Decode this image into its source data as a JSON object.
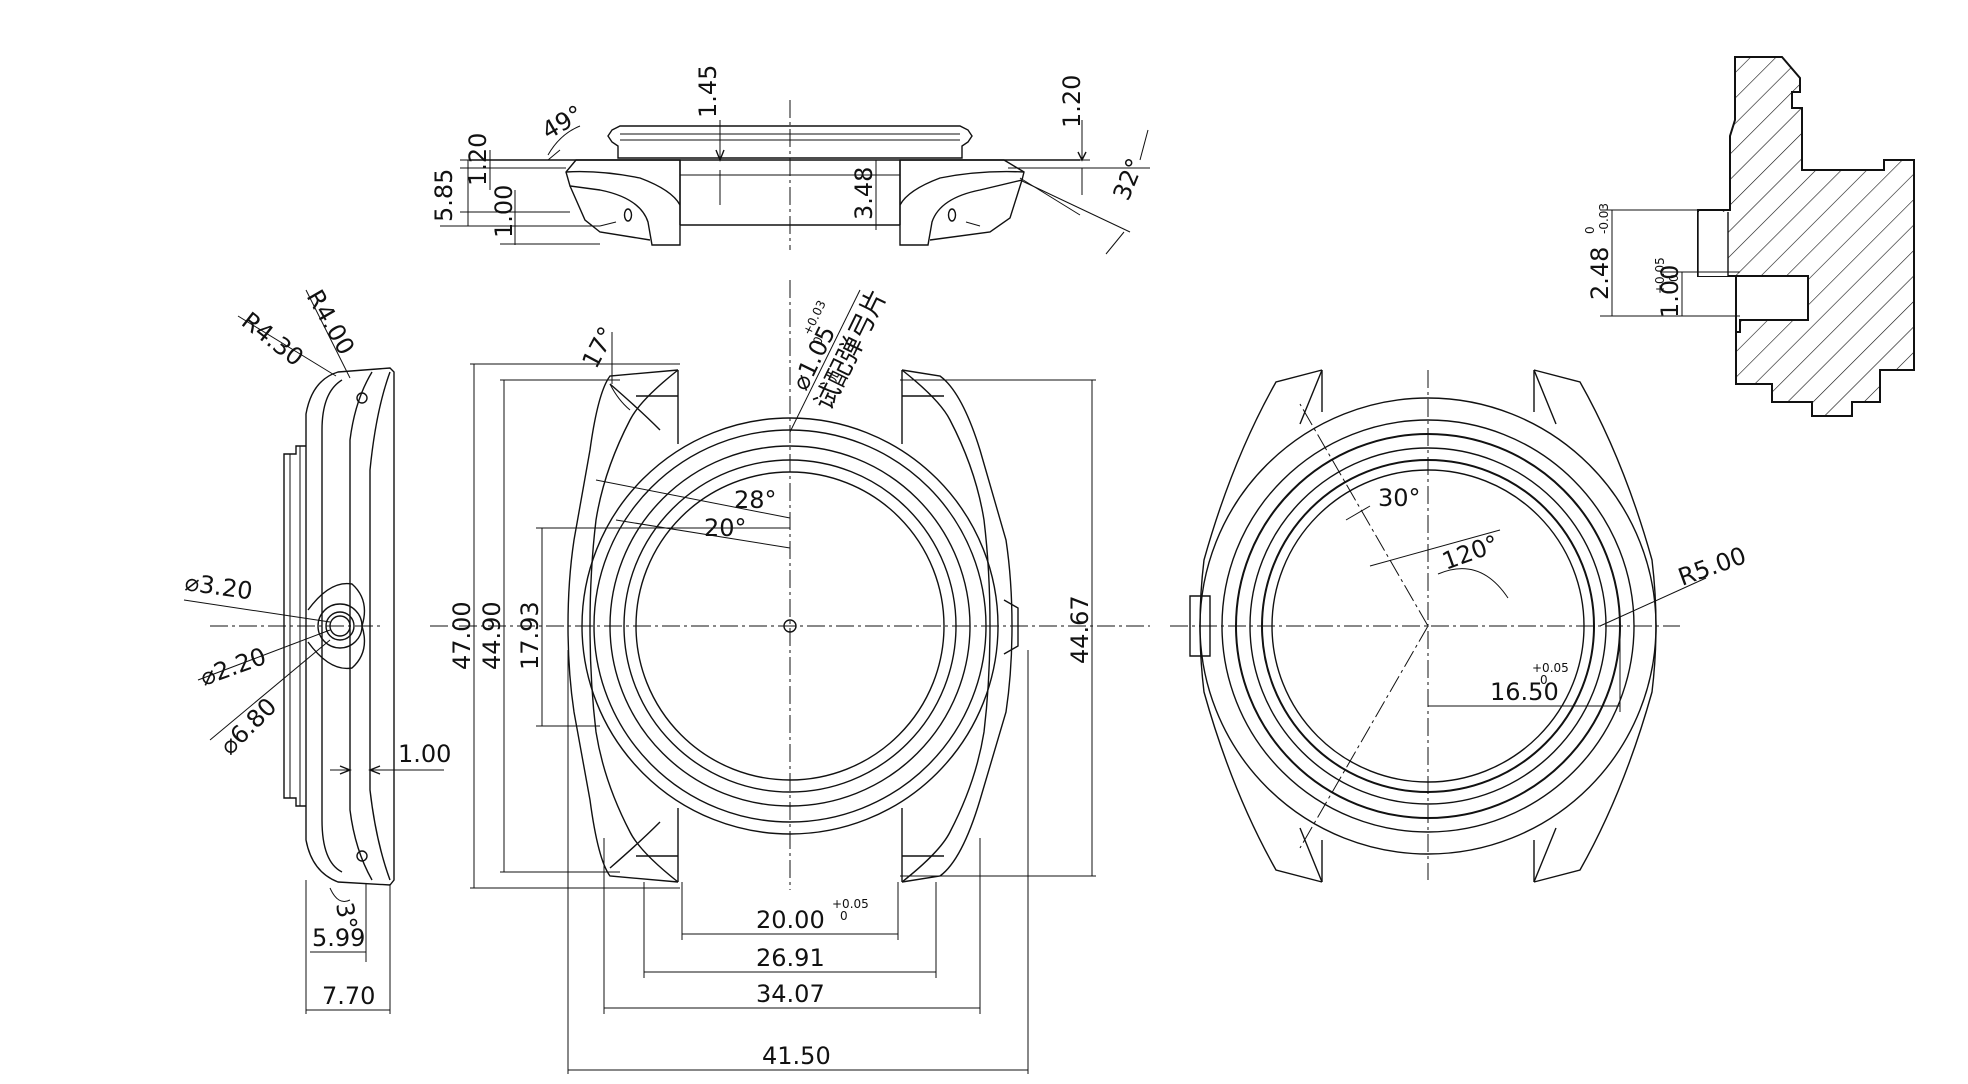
{
  "dims": {
    "d_1_45": "1.45",
    "d_49deg": "49°",
    "d_1_20_top": "1.20",
    "d_1_20_left": "1.20",
    "d_5_85": "5.85",
    "d_1_00_top": "1.00",
    "d_3_48": "3.48",
    "d_32deg": "32°",
    "d_2_48": "2.48",
    "d_2_48_tol_up": "0",
    "d_2_48_tol_dn": "-0.03",
    "d_1_00_right": "1.00",
    "d_1_00_right_tol_up": "+0.05",
    "d_1_00_right_tol_dn": "0",
    "d_R4_30": "R4.30",
    "d_R4_00": "R4.00",
    "d_dia3_20": "⌀3.20",
    "d_dia2_20": "⌀2.20",
    "d_dia6_80": "⌀6.80",
    "d_1_00_side": "1.00",
    "d_3deg": "3°",
    "d_5_99": "5.99",
    "d_7_70": "7.70",
    "d_17deg": "17°",
    "d_dia1_05": "⌀1.05",
    "d_dia1_05_tol_up": "+0.03",
    "d_dia1_05_tol_dn": "0",
    "note_spring": "试配弹弓片",
    "d_28deg": "28°",
    "d_20deg": "20°",
    "d_47_00": "47.00",
    "d_44_90": "44.90",
    "d_17_93": "17.93",
    "d_44_67": "44.67",
    "d_20_00": "20.00",
    "d_20_00_tol_up": "+0.05",
    "d_20_00_tol_dn": "0",
    "d_26_91": "26.91",
    "d_34_07": "34.07",
    "d_41_50": "41.50",
    "d_30deg": "30°",
    "d_120deg": "120°",
    "d_R5_00": "R5.00",
    "d_16_50": "16.50",
    "d_16_50_tol_up": "+0.05",
    "d_16_50_tol_dn": "0"
  }
}
